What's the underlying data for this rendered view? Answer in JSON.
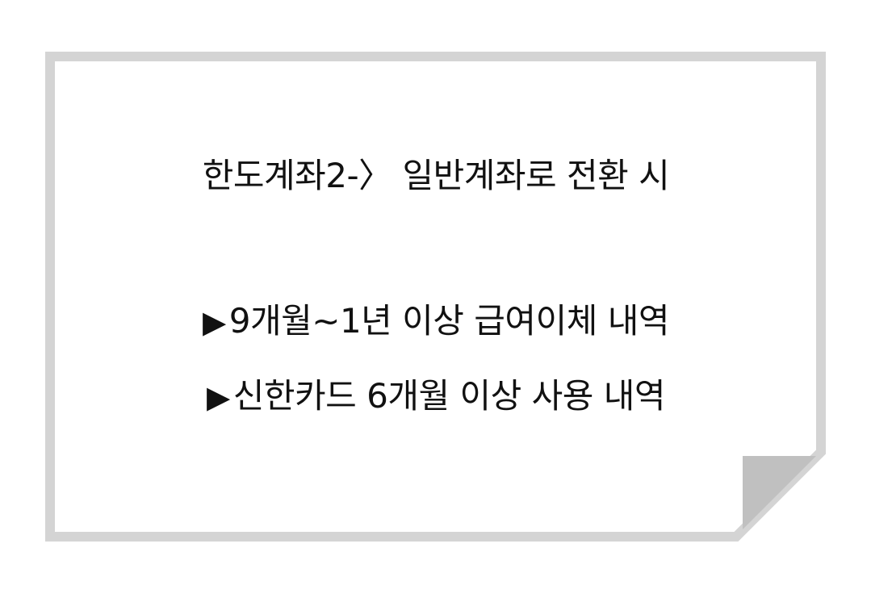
{
  "note": {
    "title": "한도계좌2-〉 일반계좌로 전환 시",
    "items": [
      {
        "bullet": "▶",
        "text": "9개월~1년 이상 급여이체 내역"
      },
      {
        "bullet": "▶",
        "text": "신한카드 6개월 이상 사용 내역"
      }
    ]
  },
  "colors": {
    "paper": "#ffffff",
    "border": "#d4d4d4",
    "fold": "#c0c0c0",
    "text": "#111111"
  }
}
